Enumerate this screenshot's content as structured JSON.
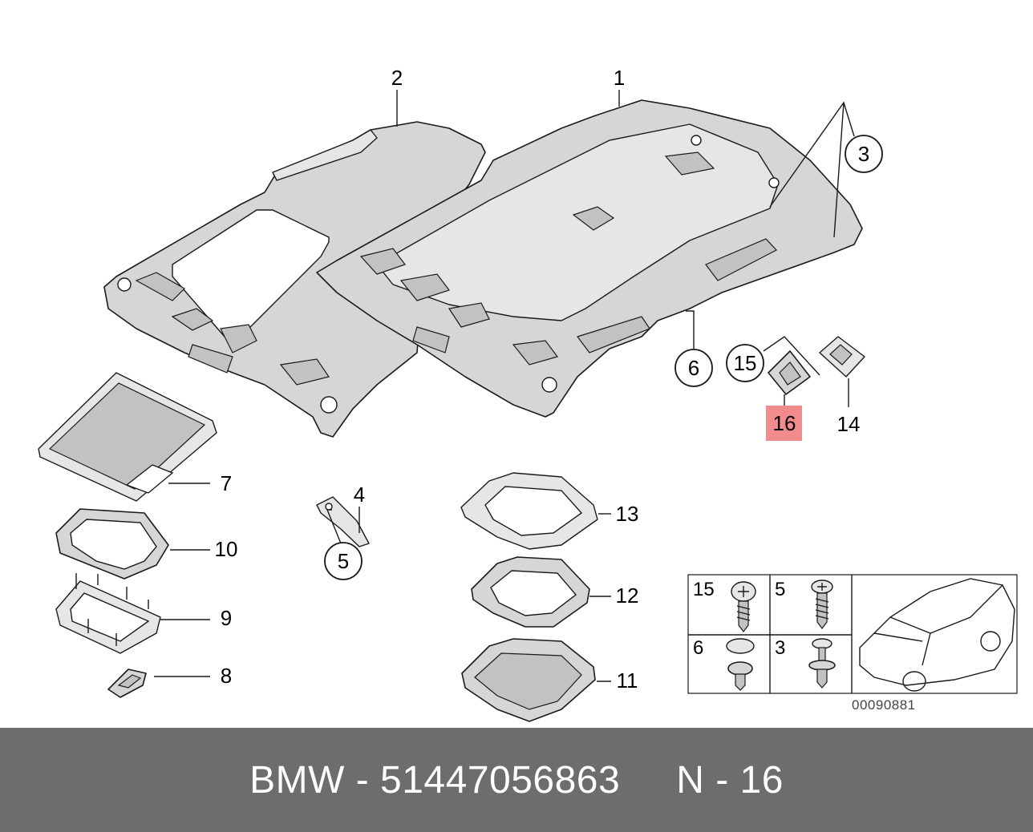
{
  "diagram": {
    "callouts": {
      "c1": "1",
      "c2": "2",
      "c3": "3",
      "c4": "4",
      "c5": "5",
      "c6": "6",
      "c7": "7",
      "c8": "8",
      "c9": "9",
      "c10": "10",
      "c11": "11",
      "c12": "12",
      "c13": "13",
      "c14": "14",
      "c15": "15",
      "c16": "16"
    },
    "highlighted_part": "16",
    "highlight_color": "#f28c8c",
    "inset": {
      "cells": [
        "15",
        "5",
        "6",
        "3"
      ],
      "ref_code": "00090881"
    }
  },
  "footer": {
    "brand_part": "BMW - 51447056863",
    "position": "N - 16",
    "background": "#6d6d6d"
  }
}
